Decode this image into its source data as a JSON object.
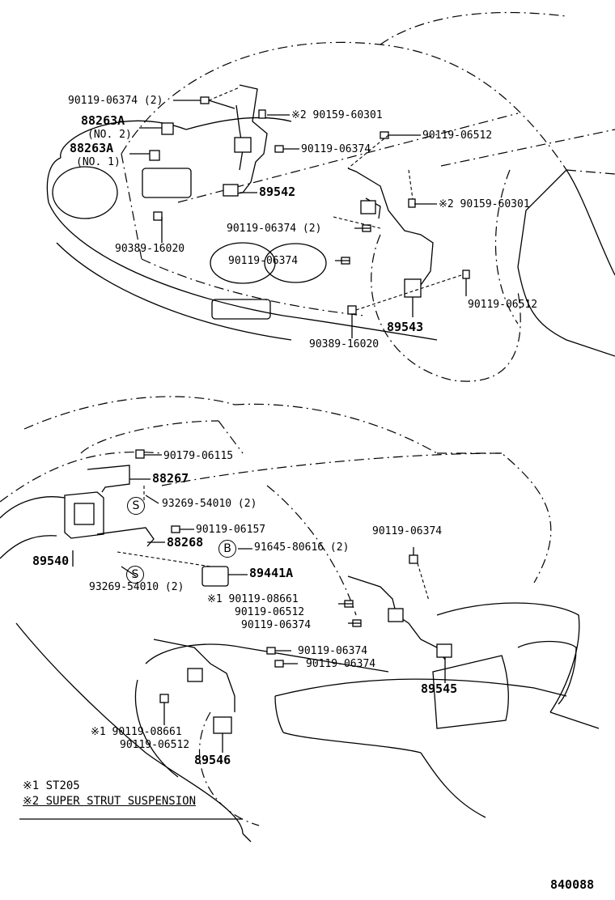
{
  "labels": {
    "l1": "90119-06374 (2)",
    "l2": "※2 90159-60301",
    "l3": "88263A",
    "l4": "(NO. 2)",
    "l5": "90119-06512",
    "l6": "88263A",
    "l7": "(NO. 1)",
    "l8": "90119-06374",
    "l9": "89542",
    "l10": "※2 90159-60301",
    "l11": "90119-06374 (2)",
    "l12": "90389-16020",
    "l13": "90119-06374",
    "l14": "90119-06512",
    "l15": "89543",
    "l16": "90389-16020",
    "l17": "90179-06115",
    "l18": "88267",
    "l19": "93269-54010 (2)",
    "l20": "90119-06157",
    "l21": "88268",
    "l22": "91645-80616 (2)",
    "l23": "89540",
    "l24": "89441A",
    "l25": "90119-06374",
    "l26": "93269-54010 (2)",
    "l27": "※1 90119-08661",
    "l28": "90119-06512",
    "l29": "90119-06374",
    "l30": "90119-06374",
    "l31": "90119-06374",
    "l32": "89545",
    "l33": "※1  90119-08661",
    "l34": "90119-06512",
    "l35": "89546"
  },
  "markers": {
    "s1": "S",
    "s2": "S",
    "b1": "B"
  },
  "notes": {
    "n1": "※1 ST205",
    "n2": "※2 SUPER STRUT SUSPENSION"
  },
  "figure_no": "840088"
}
